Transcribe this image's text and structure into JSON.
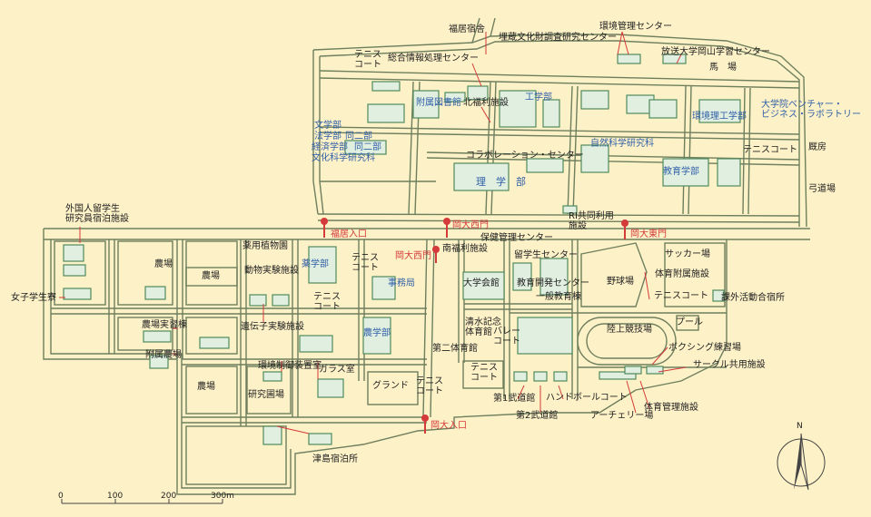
{
  "colors": {
    "background": "#fdf1c7",
    "road": "#6e7f5d",
    "building_fill": "#e1efe0",
    "building_stroke": "#4f8a5c",
    "gate": "#d43a3a",
    "label_blue": "#2f5fa8",
    "label_black": "#222222",
    "pointer_red": "#d43a3a"
  },
  "gates": [
    {
      "id": "fukui-entrance",
      "label": "福居入口"
    },
    {
      "id": "okadai-west-gate",
      "label": "岡大西門"
    },
    {
      "id": "okadai-east-gate",
      "label": "岡大東門"
    },
    {
      "id": "okadai-west-gate-2",
      "label": "岡大西門"
    },
    {
      "id": "okadai-entrance",
      "label": "岡大入口"
    }
  ],
  "labels": {
    "fukui_dorm": "福居宿舎",
    "buried_culture": "埋蔵文化財調査研究センター",
    "env_mgmt": "環境管理センター",
    "tennis_court_a": "テニス\nコート",
    "info_proc": "総合情報処理センター",
    "open_univ": "放送大学岡山学習センター",
    "horse_field": "馬　場",
    "library": "附属図書館",
    "north_welfare": "北福利施設",
    "engineering": "工学部",
    "env_science": "環境理工学部",
    "venture": "大学院ベンチャー・\nビジネス・ラボラトリー",
    "letters": "文学部",
    "law": "法学部",
    "same_2": "同二部",
    "economics": "経済学部",
    "same_2b": "同二部",
    "humanities": "文化科学研究科",
    "collab": "コラボレーション・センター",
    "natural_science": "自然科学研究科",
    "stable": "厩房",
    "tennis_court_b": "テニスコート",
    "education": "教育学部",
    "archery_hall": "弓道場",
    "science": "理　学　部",
    "ri_center": "RI共同利用\n施設",
    "intl_student": "外国人留学生\n研究員宿泊施設",
    "farm_a": "農場",
    "medicinal_garden": "薬用植物園",
    "animal_lab": "動物実験施設",
    "pharmacy": "薬学部",
    "tennis_court_c": "テニス\nコート",
    "farm_b": "農場",
    "south_welfare": "南福利施設",
    "health_center": "保健管理センター",
    "intl_center": "留学生センター",
    "soccer": "サッカー場",
    "admin_office": "事務局",
    "univ_hall": "大学会館",
    "edu_dev": "教育開発センター",
    "baseball": "野球場",
    "phys_ed_facility": "体育附属施設",
    "tennis_court_d": "テニスコート",
    "extracurricular": "課外活動合宿所",
    "women_dorm": "女子学生寮",
    "farm_training": "農場実習棟",
    "gene_lab": "遺伝子実験施設",
    "tennis_court_e": "テニス\nコート",
    "general_edu": "一般教育棟",
    "shimizu_gym": "清水記念\n体育館",
    "volleyball": "バレー\nコート",
    "track_field": "陸上競技場",
    "pool": "プール",
    "agriculture": "農学部",
    "attached_farm": "附属農場",
    "second_gym": "第二体育館",
    "boxing": "ボクシング練習場",
    "env_control": "環境制御装置室",
    "greenhouse": "ガラス室",
    "circle_facility": "サークル共用施設",
    "farm_c": "農場",
    "research_field": "研究圃場",
    "ground": "グランド",
    "tennis_court_f": "テニス\nコート",
    "tennis_court_g": "テニス\nコート",
    "dojo_1": "第1武道館",
    "handball": "ハンドボールコート",
    "phys_ed_mgmt": "体育管理施設",
    "dojo_2": "第2武道館",
    "archery_range": "アーチェリー場",
    "tsushima_lodge": "津島宿泊所",
    "north": "N"
  },
  "scale_bar": {
    "ticks": [
      "0",
      "100",
      "200",
      "300m"
    ]
  }
}
